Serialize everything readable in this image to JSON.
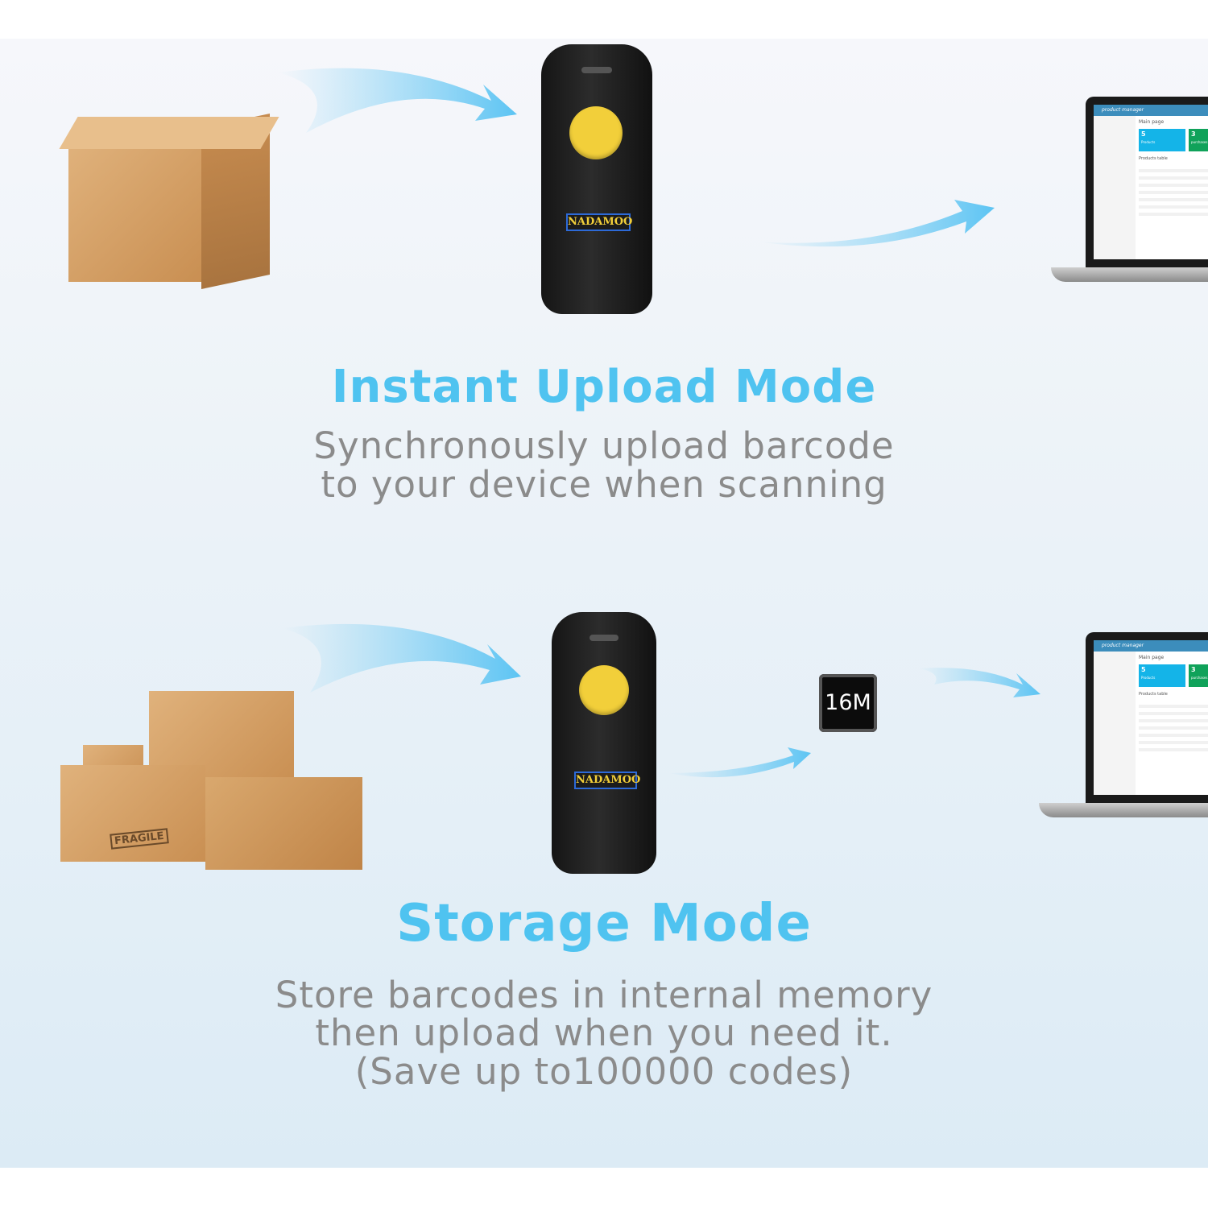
{
  "section_upload": {
    "title": "Instant Upload Mode",
    "description_line1": "Synchronously upload barcode",
    "description_line2": "to your device when scanning"
  },
  "section_storage": {
    "title": "Storage Mode",
    "description_line1": "Store barcodes in internal memory",
    "description_line2": "then upload when you need it.",
    "description_line3": "(Save up to100000 codes)"
  },
  "scanner": {
    "brand": "NADAMOO"
  },
  "memory_chip": {
    "label": "16M"
  },
  "laptop_screen": {
    "app_name": "product manager",
    "page_title": "Main page",
    "card1_value": "5",
    "card1_label": "Products",
    "card2_value": "3",
    "card2_label": "purchases",
    "table_title": "Products table"
  },
  "box": {
    "label": "FRAGILE"
  },
  "colors": {
    "title": "#4fc3f0",
    "body": "#8b8b8b",
    "button": "#f2cf3a",
    "arrow": "#7fd0f5"
  }
}
